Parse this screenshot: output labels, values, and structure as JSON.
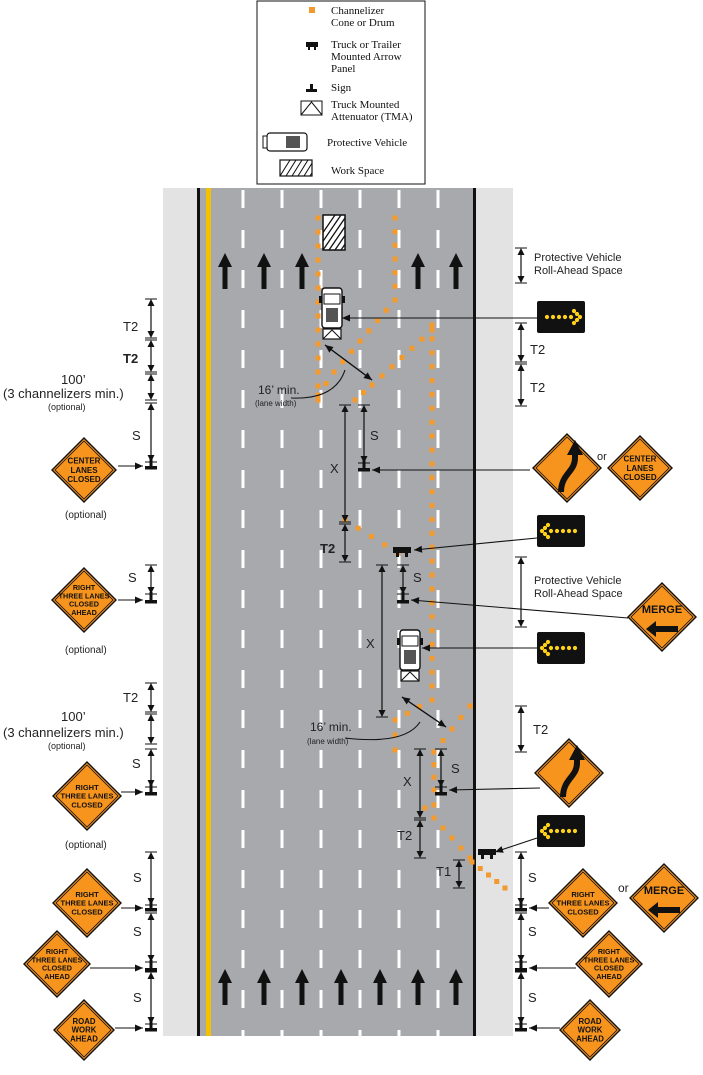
{
  "legend": {
    "channelizer": "Channelizer\nCone or Drum",
    "arrow_panel": "Truck or Trailer\nMounted Arrow\nPanel",
    "sign": "Sign",
    "tma": "Truck Mounted\nAttenuator (TMA)",
    "protective_vehicle": "Protective Vehicle",
    "work_space": "Work Space"
  },
  "annotations": {
    "roll_ahead_top": "Protective Vehicle\nRoll-Ahead Space",
    "roll_ahead_mid": "Protective Vehicle\nRoll-Ahead Space",
    "t2": "T2",
    "t1": "T1",
    "s": "S",
    "x": "X",
    "or": "or",
    "hundred_ft": "100’",
    "three_channelizers": "(3 channelizers min.)",
    "optional": "(optional)",
    "sixteen_min": "16’ min.",
    "lane_width": "(lane width)"
  },
  "signs": {
    "center_lanes_closed": "CENTER\nLANES\nCLOSED",
    "right_three_closed_ahead": "RIGHT\nTHREE LANES\nCLOSED\nAHEAD",
    "right_three_closed": "RIGHT\nTHREE LANES\nCLOSED",
    "road_work_ahead": "ROAD\nWORK\nAHEAD",
    "merge": "MERGE"
  },
  "colors": {
    "sign_orange": "#f7941d",
    "cone_orange": "#f39a2f",
    "road_gray": "#a7a9ac",
    "shoulder_gray": "#e3e3e3",
    "center_yellow": "#f2c200",
    "lamp_yellow": "#ffd21a",
    "panel_black": "#111111"
  },
  "icons": [
    "arrow-panel-icon",
    "sign-post-icon",
    "tma-icon",
    "protective-vehicle-icon",
    "work-space-icon",
    "up-arrow-icon"
  ]
}
